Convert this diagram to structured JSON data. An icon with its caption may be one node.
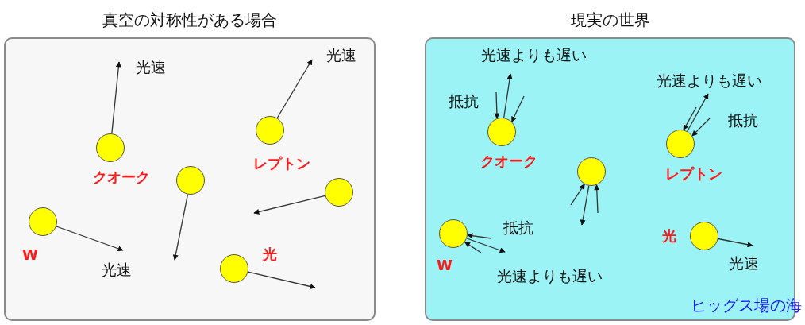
{
  "diagram": {
    "nodes": [
      {
        "text": [
          "真空の対称性がある場合"
        ]
      },
      {
        "text": [],
        "shape": "circle",
        "in": 0,
        "beside": [
          "レプトン"
        ]
      },
      {
        "text": [],
        "shape": "circle",
        "in": 0,
        "beside": [
          "クオーク"
        ]
      },
      {
        "text": [],
        "shape": "circle",
        "in": 0
      },
      {
        "text": [],
        "shape": "circle",
        "in": 0
      },
      {
        "text": [],
        "shape": "circle",
        "in": 0,
        "beside": [
          "W"
        ]
      },
      {
        "text": [],
        "shape": "circle",
        "in": 0,
        "beside": [
          "光"
        ]
      },
      {
        "text": [
          "現実の世界",
          "ヒッグス場の海"
        ]
      },
      {
        "text": [],
        "shape": "circle",
        "in": 7,
        "beside": [
          "クオーク"
        ]
      },
      {
        "text": [],
        "shape": "circle",
        "in": 7,
        "beside": [
          "レプトン"
        ]
      },
      {
        "text": [],
        "shape": "circle",
        "in": 7
      },
      {
        "text": [],
        "shape": "circle",
        "in": 7,
        "beside": [
          "W"
        ]
      },
      {
        "text": [],
        "shape": "circle",
        "in": 7,
        "beside": [
          "光"
        ]
      },
      {
        "text": [
          "光速"
        ],
        "in": 0
      },
      {
        "text": [
          "光速"
        ],
        "in": 0
      },
      {
        "text": [
          "光速"
        ],
        "in": 0
      },
      {
        "text": [
          "光速よりも遅い"
        ],
        "in": 7
      },
      {
        "text": [
          "光速よりも遅い"
        ],
        "in": 7
      },
      {
        "text": [
          "光速よりも遅い"
        ],
        "in": 7
      },
      {
        "text": [
          "光速"
        ],
        "in": 7
      }
    ],
    "edges": [
      {
        "from": 1,
        "to": 14,
        "arrow": "to"
      },
      {
        "from": 2,
        "to": 13,
        "arrow": "to"
      },
      {
        "from": 3,
        "to": null,
        "arrow": "to"
      },
      {
        "from": 4,
        "to": null,
        "arrow": "to"
      },
      {
        "from": 5,
        "to": 15,
        "arrow": "to"
      },
      {
        "from": 6,
        "to": null,
        "arrow": "to"
      },
      {
        "from": 8,
        "to": 16,
        "arrow": "to"
      },
      {
        "from": null,
        "to": 8,
        "arrow": "to"
      },
      {
        "from": null,
        "to": 8,
        "arrow": "to"
      },
      {
        "from": 9,
        "to": 17,
        "arrow": "to"
      },
      {
        "from": null,
        "to": 9,
        "arrow": "to"
      },
      {
        "from": null,
        "to": 9,
        "arrow": "to"
      },
      {
        "from": 10,
        "to": null,
        "arrow": "to"
      },
      {
        "from": null,
        "to": 10,
        "arrow": "to"
      },
      {
        "from": null,
        "to": 10,
        "arrow": "to"
      },
      {
        "from": 11,
        "to": 18,
        "arrow": "to"
      },
      {
        "from": null,
        "to": 11,
        "arrow": "to"
      },
      {
        "from": null,
        "to": 11,
        "arrow": "to"
      },
      {
        "from": 12,
        "to": 19,
        "arrow": "to"
      }
    ],
    "labels": [
      "抵抗",
      "抵抗",
      "抵抗"
    ]
  }
}
